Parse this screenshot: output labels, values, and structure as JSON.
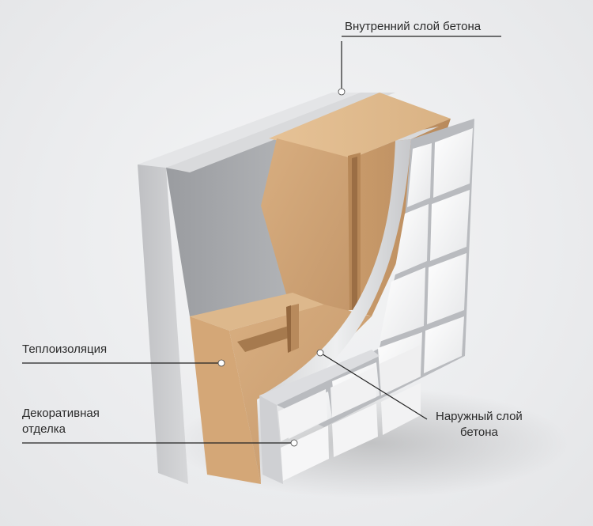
{
  "labels": {
    "inner_concrete": "Внутренний слой бетона",
    "insulation": "Теплоизоляция",
    "outer_concrete_line1": "Наружный слой",
    "outer_concrete_line2": "бетона",
    "decorative_line1": "Декоративная",
    "decorative_line2": "отделка"
  },
  "colors": {
    "concrete_light": "#e2e3e5",
    "concrete_mid": "#c9cacc",
    "concrete_dark": "#8f9195",
    "insulation_light": "#dcb58b",
    "insulation_mid": "#c99c6c",
    "insulation_dark": "#a97a4e",
    "tile_face": "#f4f4f5",
    "tile_joint": "#b7b9bd",
    "leader_line": "#222222"
  }
}
